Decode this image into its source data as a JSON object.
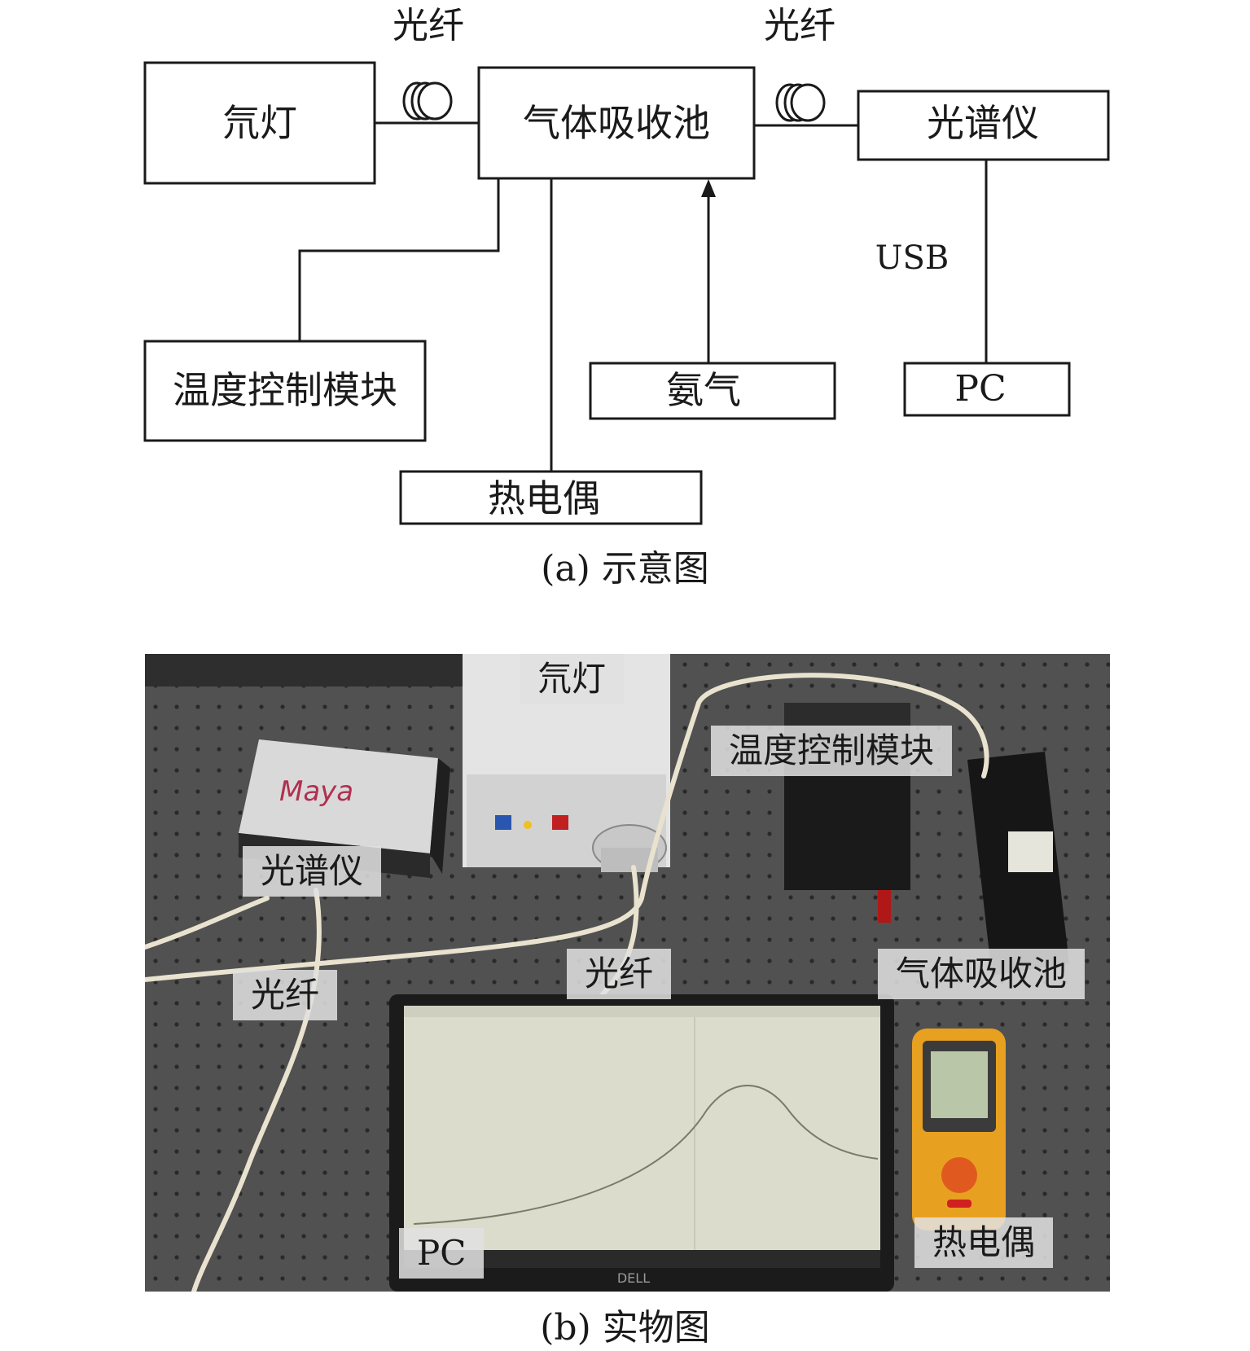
{
  "schematic": {
    "fiber_label_left": "光纤",
    "fiber_label_right": "光纤",
    "boxes": {
      "lamp": "氘灯",
      "cell": "气体吸收池",
      "spectrometer": "光谱仪",
      "temp_control": "温度控制模块",
      "ammonia": "氨气",
      "pc": "PC",
      "thermocouple": "热电偶"
    },
    "usb_label": "USB",
    "caption": "(a) 示意图"
  },
  "photo": {
    "labels": {
      "lamp": "氘灯",
      "temp_control": "温度控制模块",
      "spectrometer": "光谱仪",
      "fiber_1": "光纤",
      "fiber_2": "光纤",
      "cell": "气体吸收池",
      "pc": "PC",
      "thermocouple": "热电偶"
    },
    "caption": "(b) 实物图"
  }
}
